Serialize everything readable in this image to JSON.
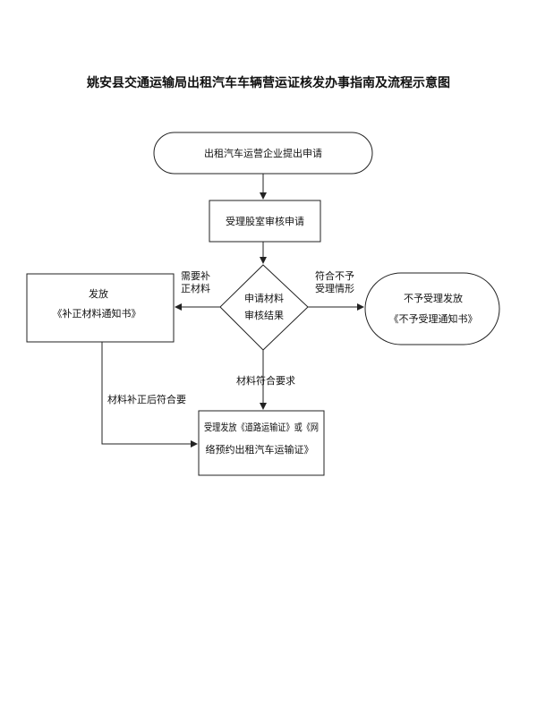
{
  "title": "姚安县交通运输局出租汽车车辆营运证核发办事指南及流程示意图",
  "nodes": {
    "start": "出租汽车运营企业提出申请",
    "accept": "受理股室审核申请",
    "decision_line1": "申请材料",
    "decision_line2": "审核结果",
    "supplement_line1": "发放",
    "supplement_line2": "《补正材料通知书》",
    "reject_line1": "不予受理发放",
    "reject_line2": "《不予受理通知书》",
    "issue_line1": "受理发放《道路运输证》或《网",
    "issue_line2": "络预约出租汽车运输证》"
  },
  "edge_labels": {
    "need_supp_line1": "需要补",
    "need_supp_line2": "正材料",
    "not_meet_line1": "符合不予",
    "not_meet_line2": "受理情形",
    "meets": "材料符合要求",
    "after_supp": "材料补正后符合要"
  },
  "colors": {
    "line": "#222222",
    "fill": "#ffffff"
  }
}
